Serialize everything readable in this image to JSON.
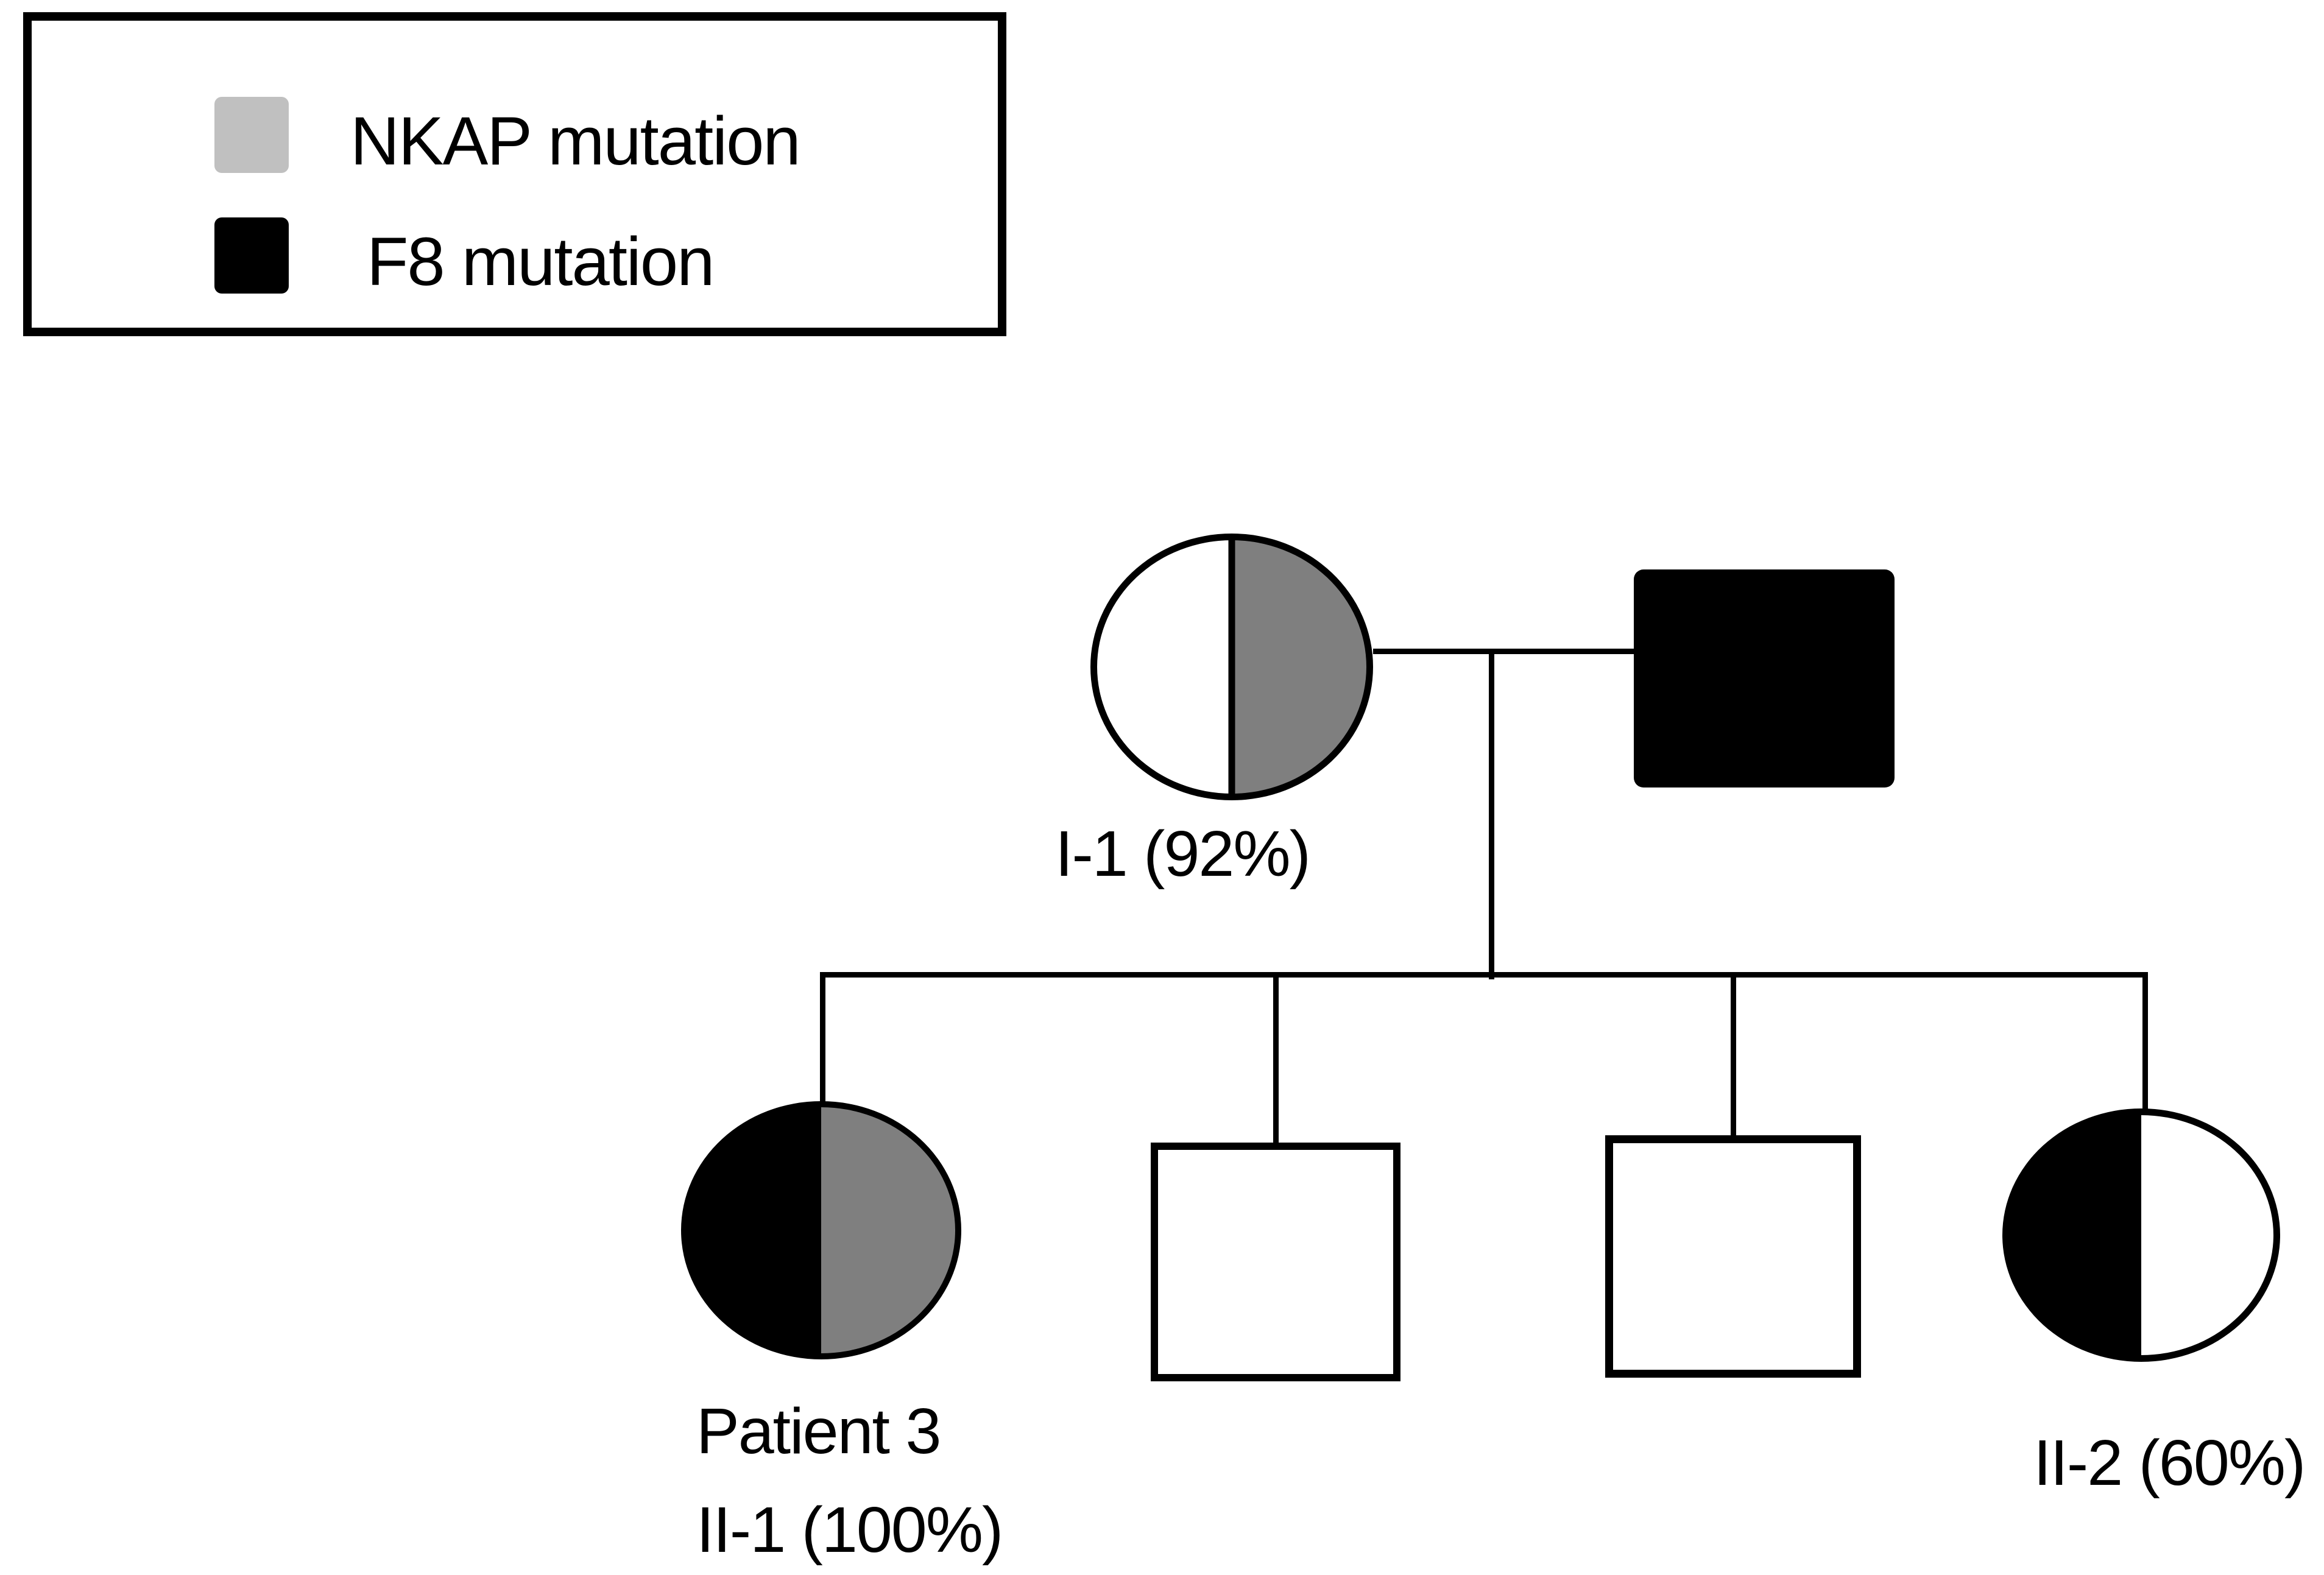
{
  "figure": {
    "type": "pedigree-diagram",
    "background_color": "#ffffff",
    "line_color": "#000000"
  },
  "legend": {
    "items": [
      {
        "key": "nkap",
        "label": "NKAP mutation",
        "swatch_color": "#c0c0c0"
      },
      {
        "key": "f8",
        "label": "F8 mutation",
        "swatch_color": "#000000"
      }
    ]
  },
  "colors": {
    "nkap_shading_in_pedigree": "#7f7f7f",
    "f8_shading": "#000000",
    "legend_nkap_swatch": "#c0c0c0",
    "unaffected_fill": "#ffffff"
  },
  "individuals": {
    "i1": {
      "id": "I-1",
      "sex": "female",
      "label": "I-1 (92%)",
      "shading": "right half gray (NKAP mutation carrier), left half white"
    },
    "i2": {
      "id": "I-2",
      "sex": "male",
      "label": "",
      "shading": "solid black (F8 mutation)"
    },
    "c1": {
      "id": "II-1",
      "sex": "female",
      "label_line1": "Patient 3",
      "label_line2": "II-1 (100%)",
      "shading": "left half black (F8 mutation), right half gray (NKAP mutation)"
    },
    "c2": {
      "id": "",
      "sex": "male",
      "label": "",
      "shading": "unaffected white"
    },
    "c3": {
      "id": "",
      "sex": "male",
      "label": "",
      "shading": "unaffected white"
    },
    "c4": {
      "id": "II-2",
      "sex": "female",
      "label": "II-2 (60%)",
      "shading": "left half black (F8 mutation), right half white"
    }
  }
}
